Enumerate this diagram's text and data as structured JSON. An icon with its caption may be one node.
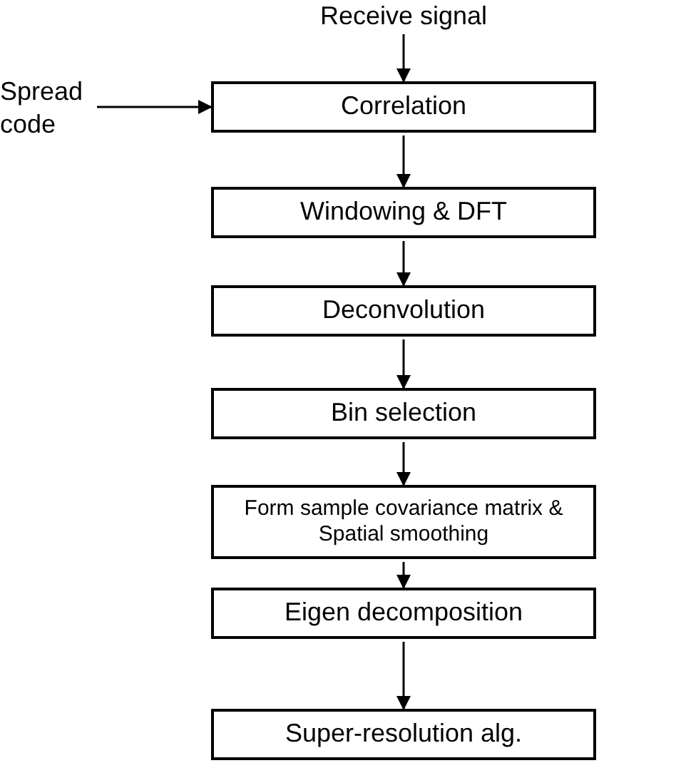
{
  "diagram": {
    "nodes": [
      {
        "text": [
          "Receive signal"
        ]
      },
      {
        "text": [
          "Spread code"
        ]
      },
      {
        "text": [
          "Correlation"
        ]
      },
      {
        "text": [
          "Windowing & DFT"
        ]
      },
      {
        "text": [
          "Deconvolution"
        ]
      },
      {
        "text": [
          "Bin selection"
        ]
      },
      {
        "text": [
          "Form sample covariance matrix & Spatial smoothing"
        ]
      },
      {
        "text": [
          "Eigen decomposition"
        ]
      },
      {
        "text": [
          "Super-resolution alg."
        ]
      }
    ],
    "edges": [
      {
        "from": 0,
        "to": 2,
        "arrow": "to"
      },
      {
        "from": 1,
        "to": 2,
        "arrow": "to"
      },
      {
        "from": 2,
        "to": 3,
        "arrow": "to"
      },
      {
        "from": 3,
        "to": 4,
        "arrow": "to"
      },
      {
        "from": 4,
        "to": 5,
        "arrow": "to"
      },
      {
        "from": 5,
        "to": 6,
        "arrow": "to"
      },
      {
        "from": 6,
        "to": 7,
        "arrow": "to"
      },
      {
        "from": 7,
        "to": 8,
        "arrow": "to"
      }
    ]
  }
}
